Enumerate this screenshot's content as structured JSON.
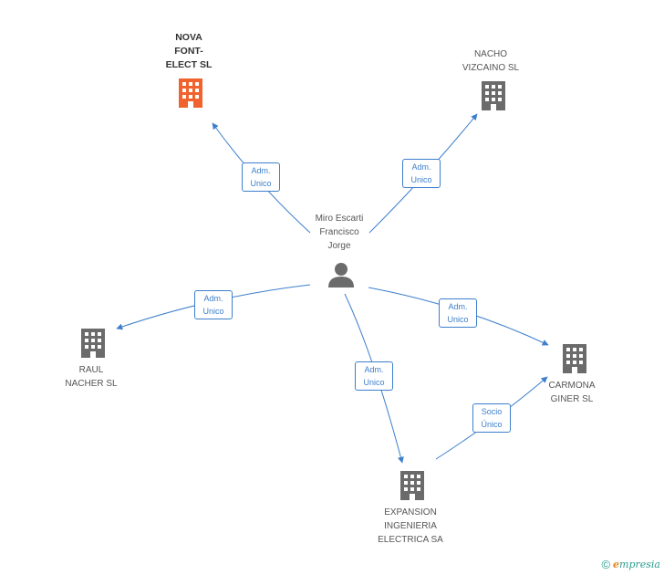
{
  "colors": {
    "edge": "#3d7fcc",
    "company": "#6b6b6b",
    "company_highlight": "#f0622e",
    "person": "#6b6b6b"
  },
  "nodes": {
    "person": {
      "lines": [
        "Miro Escarti",
        "Francisco",
        "Jorge"
      ],
      "icon": "person-icon"
    },
    "nova": {
      "lines": [
        "NOVA",
        "FONT-",
        "ELECT SL"
      ],
      "icon": "building-icon"
    },
    "nacho": {
      "lines": [
        "NACHO",
        "VIZCAINO SL"
      ],
      "icon": "building-icon"
    },
    "raul": {
      "lines": [
        "RAUL",
        "NACHER SL"
      ],
      "icon": "building-icon"
    },
    "carmona": {
      "lines": [
        "CARMONA",
        "GINER SL"
      ],
      "icon": "building-icon"
    },
    "expansion": {
      "lines": [
        "EXPANSION",
        "INGENIERIA",
        "ELECTRICA SA"
      ],
      "icon": "building-icon"
    }
  },
  "edges": [
    {
      "from": "person",
      "to": "nova",
      "label": [
        "Adm.",
        "Unico"
      ]
    },
    {
      "from": "person",
      "to": "nacho",
      "label": [
        "Adm.",
        "Unico"
      ]
    },
    {
      "from": "person",
      "to": "raul",
      "label": [
        "Adm.",
        "Unico"
      ]
    },
    {
      "from": "person",
      "to": "carmona",
      "label": [
        "Adm.",
        "Unico"
      ]
    },
    {
      "from": "person",
      "to": "expansion",
      "label": [
        "Adm.",
        "Unico"
      ]
    },
    {
      "from": "expansion",
      "to": "carmona",
      "label": [
        "Socio",
        "Único"
      ]
    }
  ],
  "footer": {
    "copyright": "©",
    "brand_initial": "e",
    "brand_rest": "mpresia"
  }
}
